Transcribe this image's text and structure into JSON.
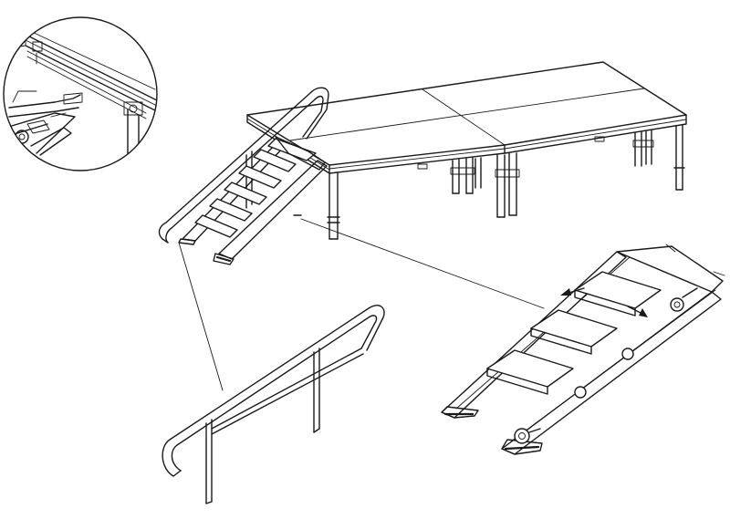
{
  "figure": {
    "subject": "stage-platform-with-stair-and-handrail",
    "palette": {
      "line": "#1a1a1a",
      "background": "#ffffff"
    },
    "parts": [
      "detail-circle-platform-edge",
      "stage-platform",
      "stair-unit",
      "handrail-detail",
      "stair-detail"
    ],
    "arrows": 2
  }
}
